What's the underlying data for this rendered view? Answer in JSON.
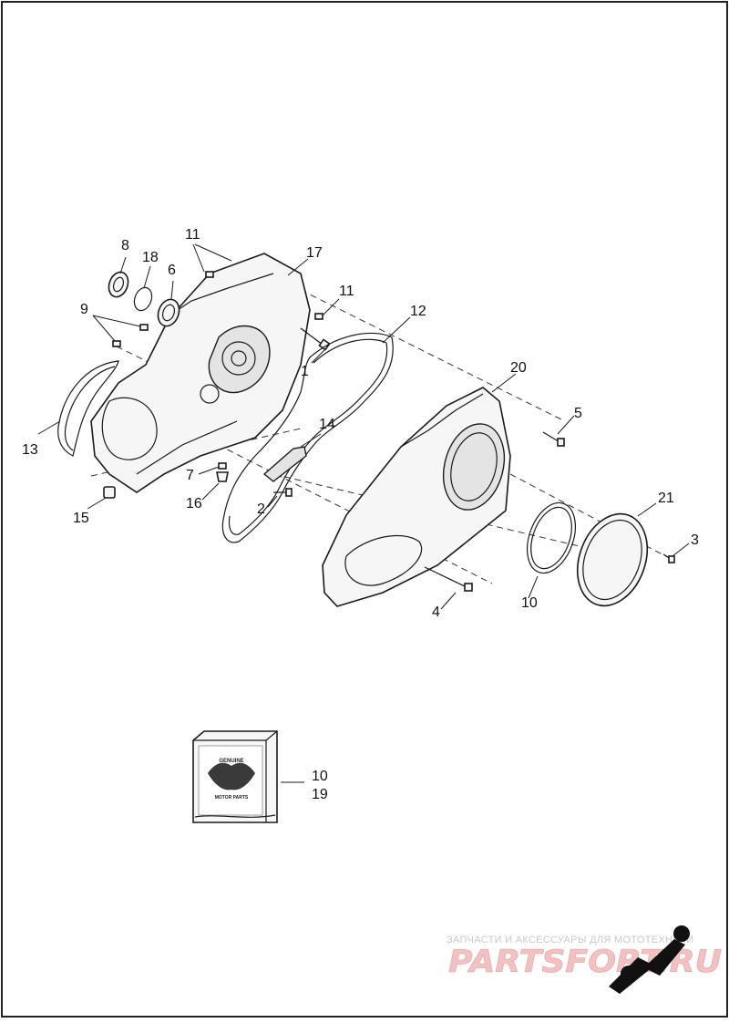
{
  "callouts": [
    {
      "id": "c11a",
      "label": "11"
    },
    {
      "id": "c8",
      "label": "8"
    },
    {
      "id": "c18",
      "label": "18"
    },
    {
      "id": "c6",
      "label": "6"
    },
    {
      "id": "c17",
      "label": "17"
    },
    {
      "id": "c11b",
      "label": "11"
    },
    {
      "id": "c12",
      "label": "12"
    },
    {
      "id": "c9",
      "label": "9"
    },
    {
      "id": "c1",
      "label": "1"
    },
    {
      "id": "c20",
      "label": "20"
    },
    {
      "id": "c13",
      "label": "13"
    },
    {
      "id": "c14",
      "label": "14"
    },
    {
      "id": "c5",
      "label": "5"
    },
    {
      "id": "c7",
      "label": "7"
    },
    {
      "id": "c16",
      "label": "16"
    },
    {
      "id": "c2",
      "label": "2"
    },
    {
      "id": "c15",
      "label": "15"
    },
    {
      "id": "c21",
      "label": "21"
    },
    {
      "id": "c3",
      "label": "3"
    },
    {
      "id": "c10a",
      "label": "10"
    },
    {
      "id": "c4",
      "label": "4"
    },
    {
      "id": "c10b",
      "label": "10"
    },
    {
      "id": "c19",
      "label": "19"
    }
  ],
  "kit_box": {
    "badge_line1": "GENUINE",
    "badge_line2": "MOTOR PARTS"
  },
  "watermark": {
    "tagline": "ЗАПЧАСТИ И АКСЕССУАРЫ ДЛЯ МОТОТЕХНИКИ",
    "brand": "PARTSFORT.RU"
  },
  "colors": {
    "line": "#1a1a1a",
    "part_fill": "#f6f6f6",
    "watermark_red": "#e8a0a0",
    "watermark_grey": "#c9c9c9"
  }
}
